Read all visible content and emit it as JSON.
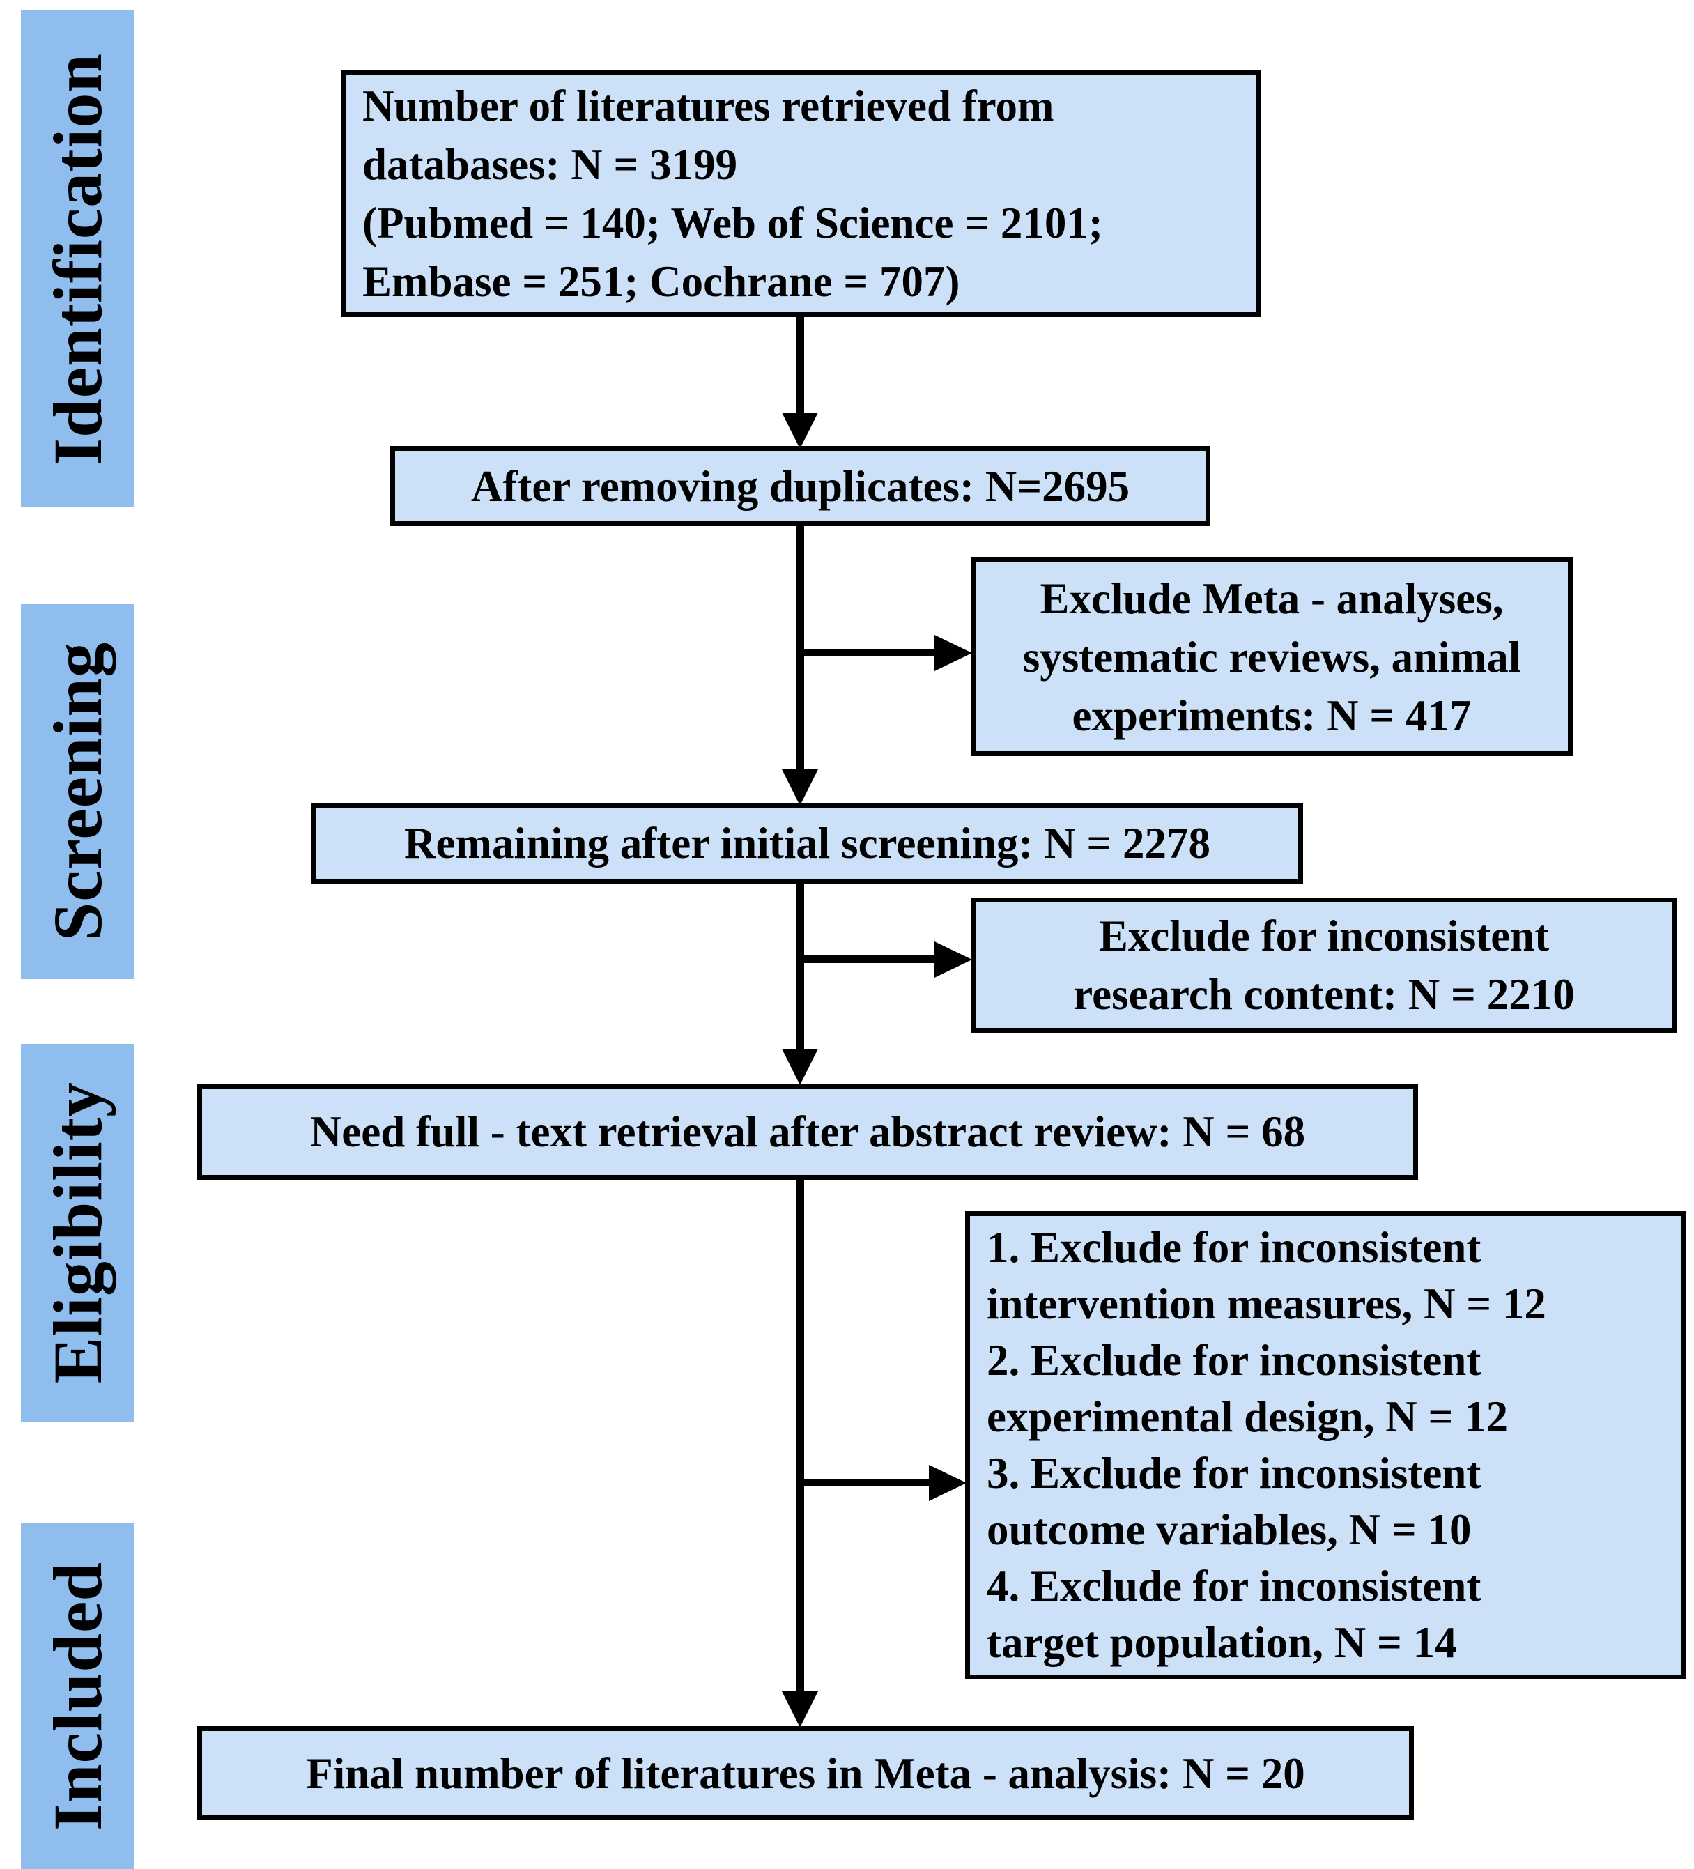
{
  "colors": {
    "box_fill": "#cce0f7",
    "band_fill": "#8fbeee",
    "line_color": "#000000"
  },
  "sidebar": {
    "items": [
      {
        "label": "Identification"
      },
      {
        "label": "Screening"
      },
      {
        "label": "Eligibility"
      },
      {
        "label": "Included"
      }
    ]
  },
  "flow": {
    "main_boxes": [
      {
        "name": "retrieved",
        "text": "Number of literatures retrieved from\ndatabases: N = 3199\n(Pubmed = 140; Web of Science = 2101;\nEmbase = 251; Cochrane = 707)"
      },
      {
        "name": "after-duplicates",
        "text": "After removing duplicates: N=2695"
      },
      {
        "name": "initial-screening",
        "text": "Remaining after initial screening: N = 2278"
      },
      {
        "name": "fulltext-review",
        "text": "Need full - text retrieval after abstract review: N = 68"
      },
      {
        "name": "final-included",
        "text": "Final number of literatures in Meta - analysis: N = 20"
      }
    ],
    "exclusion_boxes": [
      {
        "name": "exclude-screening",
        "text": "Exclude Meta - analyses,\nsystematic reviews, animal\nexperiments: N = 417"
      },
      {
        "name": "exclude-content",
        "text": "Exclude for inconsistent\nresearch content: N = 2210"
      },
      {
        "name": "exclude-fulltext-reasons",
        "text": "1. Exclude for inconsistent\nintervention measures, N = 12\n2. Exclude for inconsistent\nexperimental design, N = 12\n3. Exclude for inconsistent\noutcome variables, N = 10\n4. Exclude for inconsistent\ntarget population, N = 14"
      }
    ]
  }
}
